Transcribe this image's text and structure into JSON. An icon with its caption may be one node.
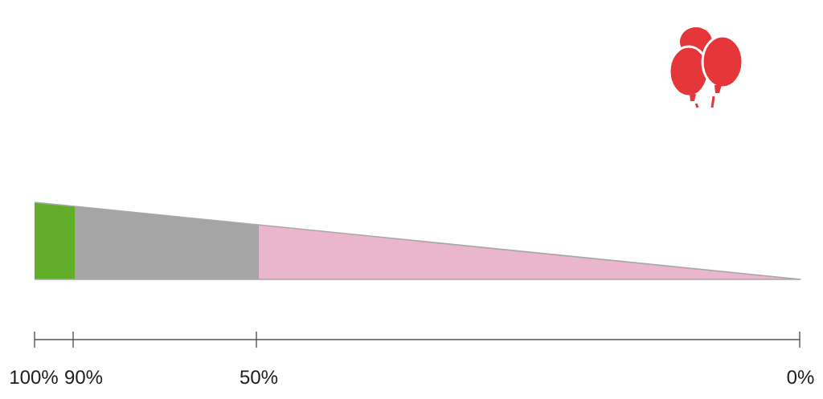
{
  "diagram": {
    "labels": [
      "100%",
      "90%",
      "50%",
      "0%"
    ]
  }
}
